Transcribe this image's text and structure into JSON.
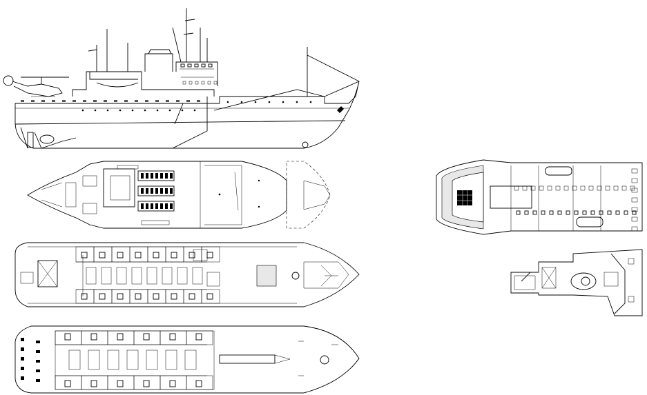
{
  "drawing": {
    "views": [
      {
        "id": "profile",
        "kind": "side-elevation"
      },
      {
        "id": "hold-deck",
        "kind": "plan"
      },
      {
        "id": "main-deck",
        "kind": "plan"
      },
      {
        "id": "upper-deck",
        "kind": "plan"
      },
      {
        "id": "bridge-deck",
        "kind": "plan"
      },
      {
        "id": "wheelhouse-top",
        "kind": "plan"
      }
    ],
    "line_color": "#000000",
    "background": "#ffffff"
  }
}
